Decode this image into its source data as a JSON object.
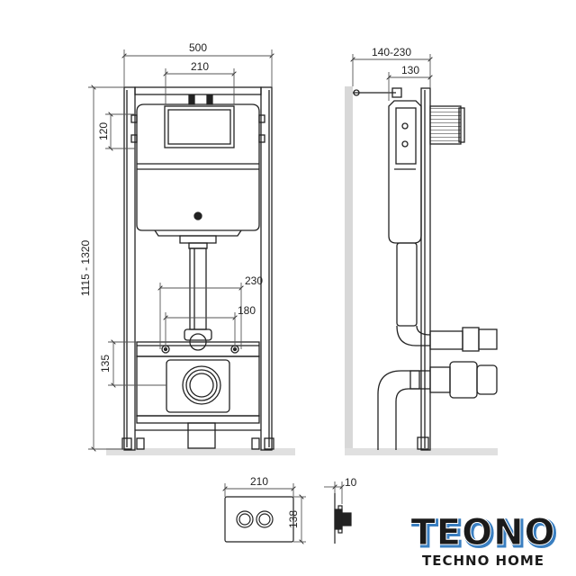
{
  "dimensions": {
    "width_total": "500",
    "width_inner": "210",
    "height_top": "120",
    "height_total": "1115 - 1320",
    "spacing_outer": "230",
    "spacing_inner": "180",
    "height_connection": "135",
    "depth_total": "140-230",
    "depth_frame": "130",
    "button_width": "210",
    "button_height": "138",
    "button_depth": "10"
  },
  "brand": {
    "name": "TEONO",
    "tagline": "TECHNO HOME"
  },
  "colors": {
    "line": "#222222",
    "floor": "#e0e0e0",
    "wall": "#d8d8d8",
    "brand_dark": "#1a1a1a",
    "brand_blue": "#3a7fc1"
  }
}
